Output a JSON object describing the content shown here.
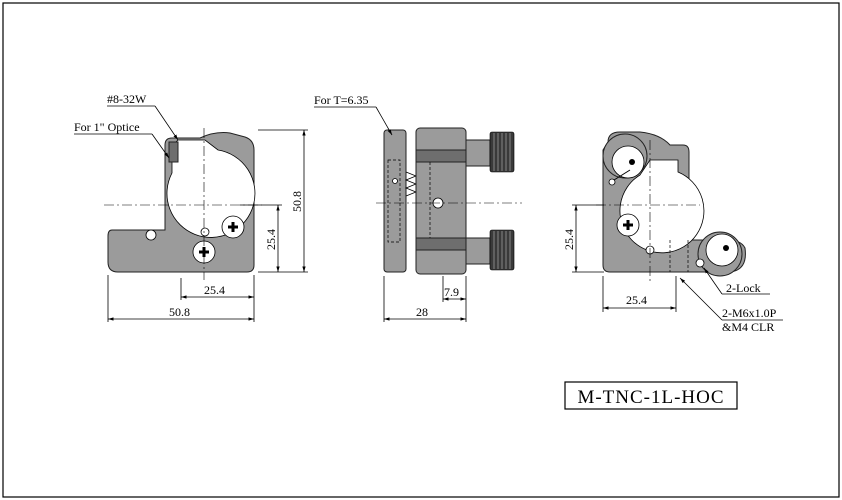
{
  "drawing": {
    "part_number": "M-TNC-1L-HOC",
    "front_view": {
      "thread_label": "#8-32W",
      "optic_label": "For 1\" Optice",
      "dim_width_half": "25.4",
      "dim_width_full": "50.8",
      "dim_height_half": "25.4",
      "dim_height_full": "50.8"
    },
    "side_view": {
      "thickness_label": "For T=6.35",
      "dim_small": "7.9",
      "dim_depth": "28"
    },
    "back_view": {
      "dim_height_half": "25.4",
      "dim_width_half": "25.4",
      "lock_label": "2-Lock",
      "screw_label_line1": "2-M6x1.0P",
      "screw_label_line2": "&M4 CLR"
    }
  }
}
